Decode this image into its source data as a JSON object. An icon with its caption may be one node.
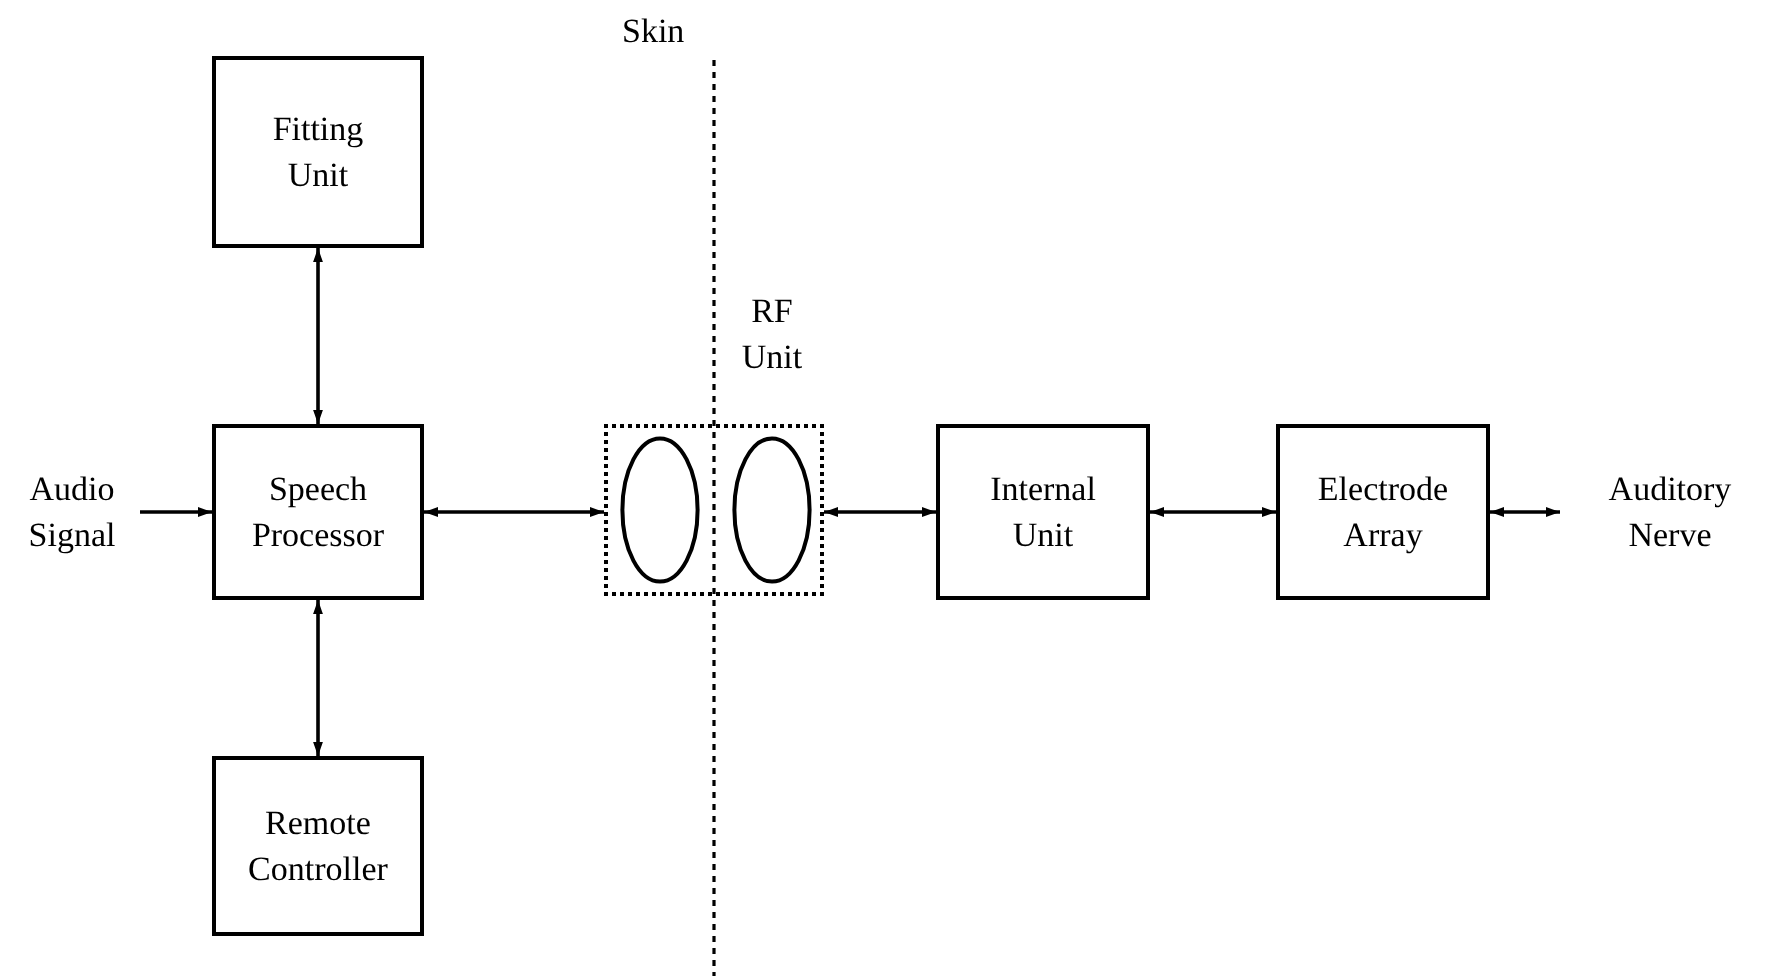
{
  "diagram": {
    "nodes": [
      {
        "text": [
          "Audio Signal"
        ]
      },
      {
        "text": [
          "Fitting Unit"
        ]
      },
      {
        "text": [
          "Speech Processor"
        ]
      },
      {
        "text": [
          "Remote Controller"
        ]
      },
      {
        "text": [
          "RF Unit"
        ]
      },
      {
        "text": [],
        "shape": "ellipse",
        "in": 4
      },
      {
        "text": [],
        "shape": "ellipse",
        "in": 4
      },
      {
        "text": [
          "Internal Unit"
        ]
      },
      {
        "text": [
          "Electrode Array"
        ]
      },
      {
        "text": [
          "Auditory Nerve"
        ]
      }
    ],
    "edges": [
      {
        "from": 0,
        "to": 2,
        "arrow": "to"
      },
      {
        "from": 1,
        "to": 2,
        "arrow": "both"
      },
      {
        "from": 2,
        "to": 3,
        "arrow": "both"
      },
      {
        "from": 2,
        "to": 4,
        "arrow": "both"
      },
      {
        "from": 4,
        "to": 7,
        "arrow": "both"
      },
      {
        "from": 7,
        "to": 8,
        "arrow": "both"
      },
      {
        "from": 8,
        "to": 9,
        "arrow": "both"
      }
    ],
    "labels": [
      "Skin"
    ]
  }
}
